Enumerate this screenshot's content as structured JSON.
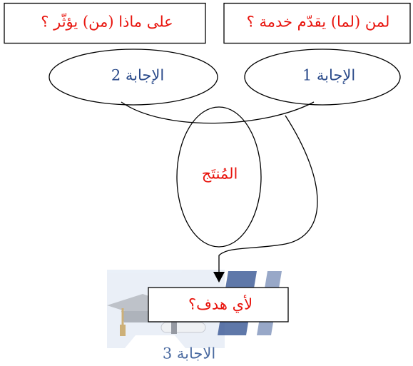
{
  "diagram": {
    "question_box_right": "لمن (لما) يقدّم خدمة ؟",
    "question_box_left": "على ماذا (من) يؤثّر ؟",
    "answer_1": "الإجابة 1",
    "answer_2": "الإجابة 2",
    "product": "المُنتَج",
    "purpose_box": "لأي هدف؟",
    "answer_3": "الاجابة 3"
  },
  "colors": {
    "question_text": "#e8130c",
    "answer_text": "#2a4a8a",
    "stroke": "#000000",
    "watermark_blue": "#2f4f8f",
    "watermark_light": "#c9d4e8"
  },
  "icons": {
    "watermark": "graduation-cap-diploma-logo",
    "arrow": "arrow-down"
  }
}
